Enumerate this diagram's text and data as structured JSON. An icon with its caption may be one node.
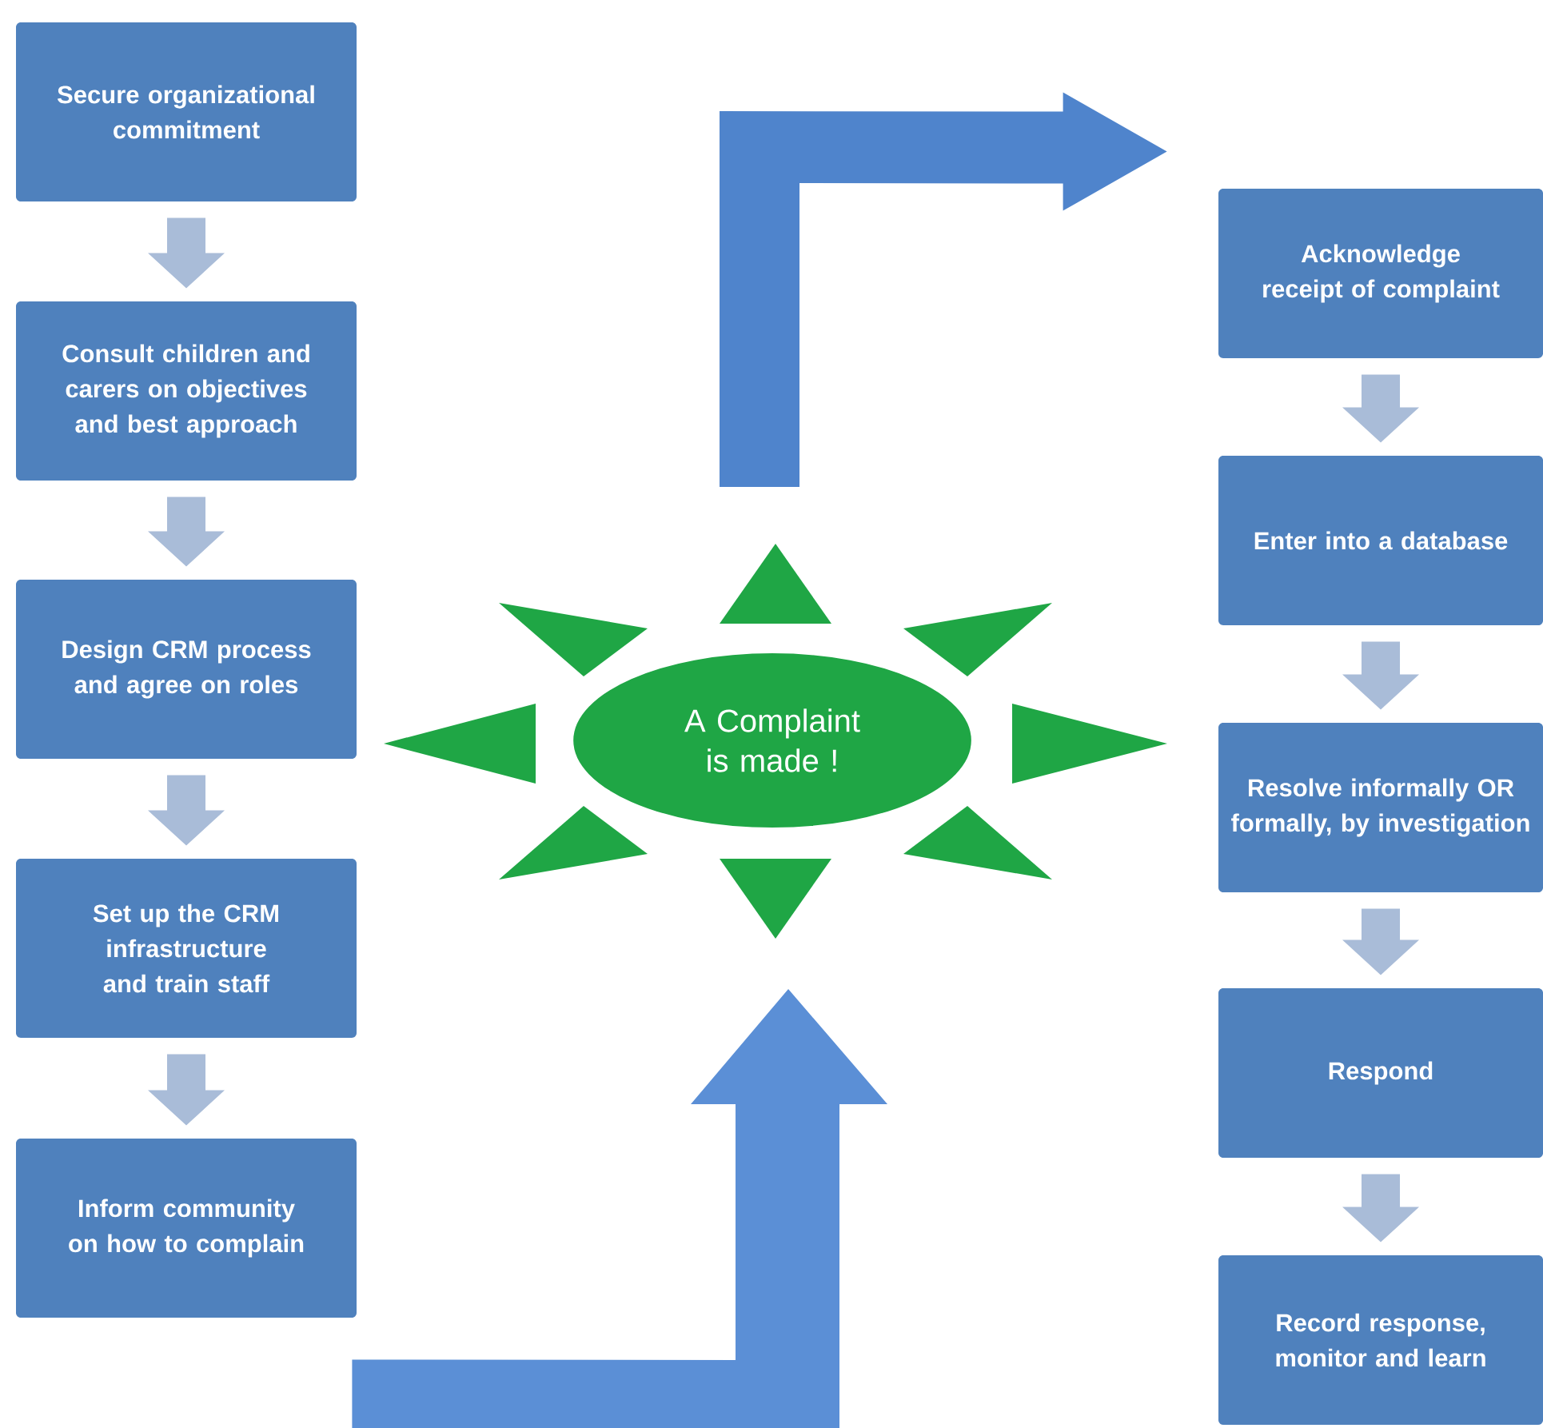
{
  "diagram": {
    "nodes": [
      {
        "text": [
          "Secure organizational commitment"
        ]
      },
      {
        "text": [
          "Consult children and carers on objectives and best approach"
        ]
      },
      {
        "text": [
          "Design CRM process and agree on roles"
        ]
      },
      {
        "text": [
          "Set up the CRM infrastructure and train staff"
        ]
      },
      {
        "text": [
          "Inform community on how to complain"
        ]
      },
      {
        "text": [
          "A Complaint is made !"
        ]
      },
      {
        "text": [
          "Acknowledge receipt of complaint"
        ]
      },
      {
        "text": [
          "Enter into a database"
        ]
      },
      {
        "text": [
          "Resolve informally OR formally, by investigation"
        ]
      },
      {
        "text": [
          "Respond"
        ]
      },
      {
        "text": [
          "Record response, monitor and learn"
        ]
      }
    ],
    "edges": [
      {
        "from": 0,
        "to": 1,
        "arrow": "to"
      },
      {
        "from": 1,
        "to": 2,
        "arrow": "to"
      },
      {
        "from": 2,
        "to": 3,
        "arrow": "to"
      },
      {
        "from": 3,
        "to": 4,
        "arrow": "to"
      },
      {
        "from": 4,
        "to": 5,
        "arrow": "to",
        "style": "thick",
        "color": "#5b8fd6"
      },
      {
        "from": 5,
        "to": 6,
        "arrow": "to",
        "style": "thick",
        "color": "#4f84cc"
      },
      {
        "from": 6,
        "to": 7,
        "arrow": "to"
      },
      {
        "from": 7,
        "to": 8,
        "arrow": "to"
      },
      {
        "from": 8,
        "to": 9,
        "arrow": "to"
      },
      {
        "from": 9,
        "to": 10,
        "arrow": "to"
      }
    ]
  }
}
